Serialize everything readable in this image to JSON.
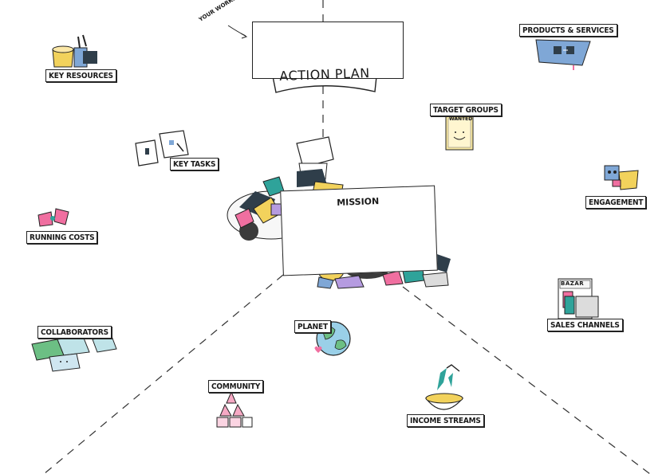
{
  "header": {
    "workspace_hint": "YOUR WORKSPACE NAME",
    "title": "ACTION PLAN"
  },
  "center": {
    "mission_label": "MISSION"
  },
  "sections": {
    "key_resources": "KEY RESOURCES",
    "products_services": "PRODUCTS & SERVICES",
    "target_groups": "TARGET GROUPS",
    "target_groups_poster": "WANTED",
    "key_tasks": "KEY TASKS",
    "engagement": "ENGAGEMENT",
    "running_costs": "RUNNING COSTS",
    "sales_channels": "SALES CHANNELS",
    "sales_sign": "BAZAR",
    "collaborators": "COLLABORATORS",
    "planet": "PLANET",
    "community": "COMMUNITY",
    "income_streams": "INCOME STREAMS"
  },
  "colors": {
    "ink": "#1a1a1a",
    "pink": "#f06fa0",
    "teal": "#2fa39a",
    "blue": "#7fa7d6",
    "yellow": "#f2d25c",
    "purple": "#b59be0",
    "green": "#6cbf84"
  }
}
